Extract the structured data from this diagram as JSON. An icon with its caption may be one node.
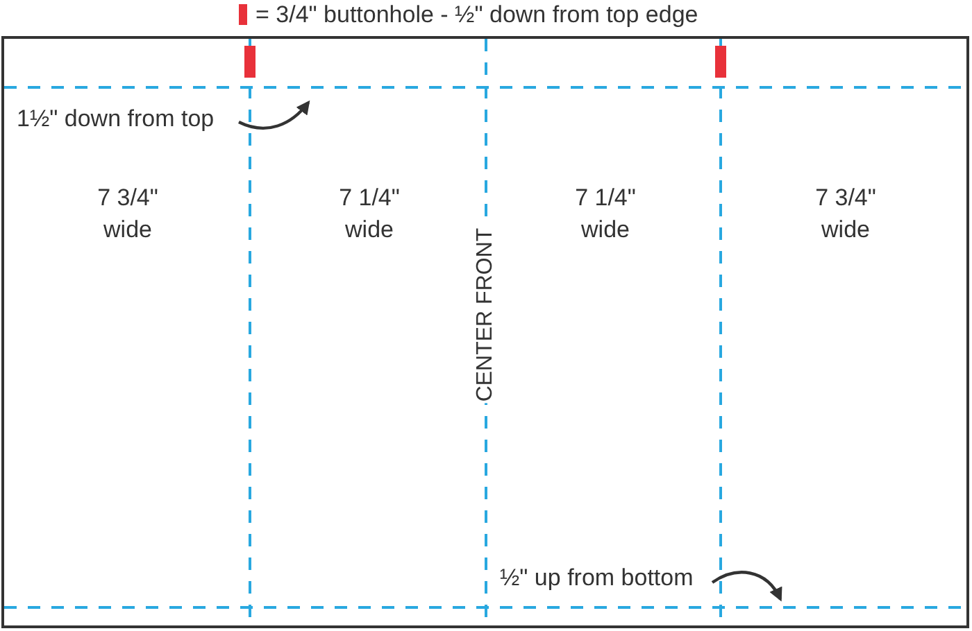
{
  "diagram": {
    "nodes": [
      {
        "text": [
          "1½\" down from top"
        ]
      },
      {
        "text": [
          "½\" up from bottom"
        ]
      }
    ],
    "edges": [
      {
        "from": 0,
        "to": null,
        "arrow": "to"
      },
      {
        "from": 1,
        "to": null,
        "arrow": "to"
      }
    ],
    "labels": [
      "7 3/4\" wide",
      "7 1/4\" wide",
      "7 1/4\" wide",
      "7 3/4\" wide",
      "CENTER FRONT"
    ],
    "legend": [
      {
        "text": "= 3/4\" buttonhole - ½\" down from top edge",
        "color": "#e8313a"
      }
    ]
  }
}
